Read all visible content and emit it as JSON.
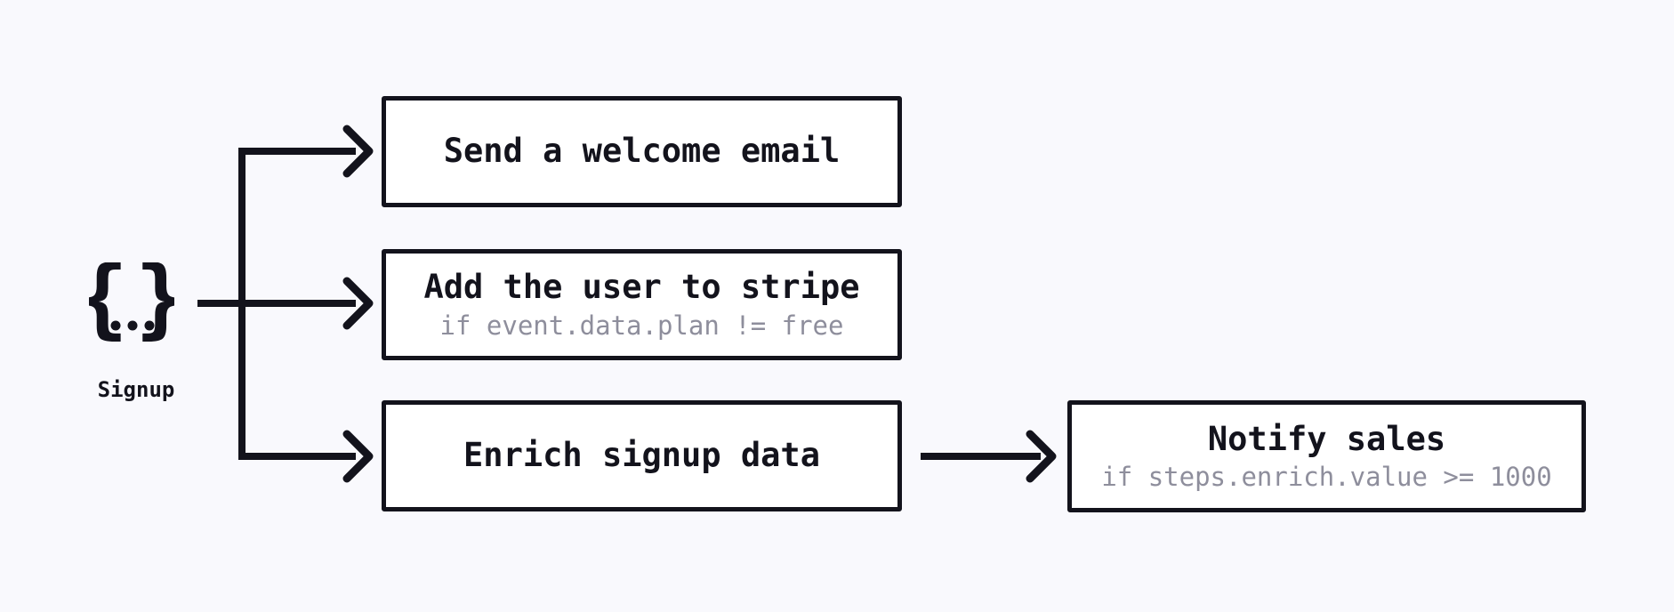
{
  "theme": {
    "background": "#f9f9fd",
    "ink": "#13131c",
    "muted": "#8e8e9c",
    "box_fill": "#ffffff"
  },
  "trigger": {
    "icon": "event-payload-braces-icon",
    "glyph": "{...}",
    "brace_left": "{",
    "brace_right": "}",
    "label": "Signup"
  },
  "steps": [
    {
      "title": "Send a welcome email",
      "condition": ""
    },
    {
      "title": "Add the user to stripe",
      "condition": "if event.data.plan != free"
    },
    {
      "title": "Enrich signup data",
      "condition": ""
    },
    {
      "title": "Notify sales",
      "condition": "if steps.enrich.value >= 1000"
    }
  ]
}
